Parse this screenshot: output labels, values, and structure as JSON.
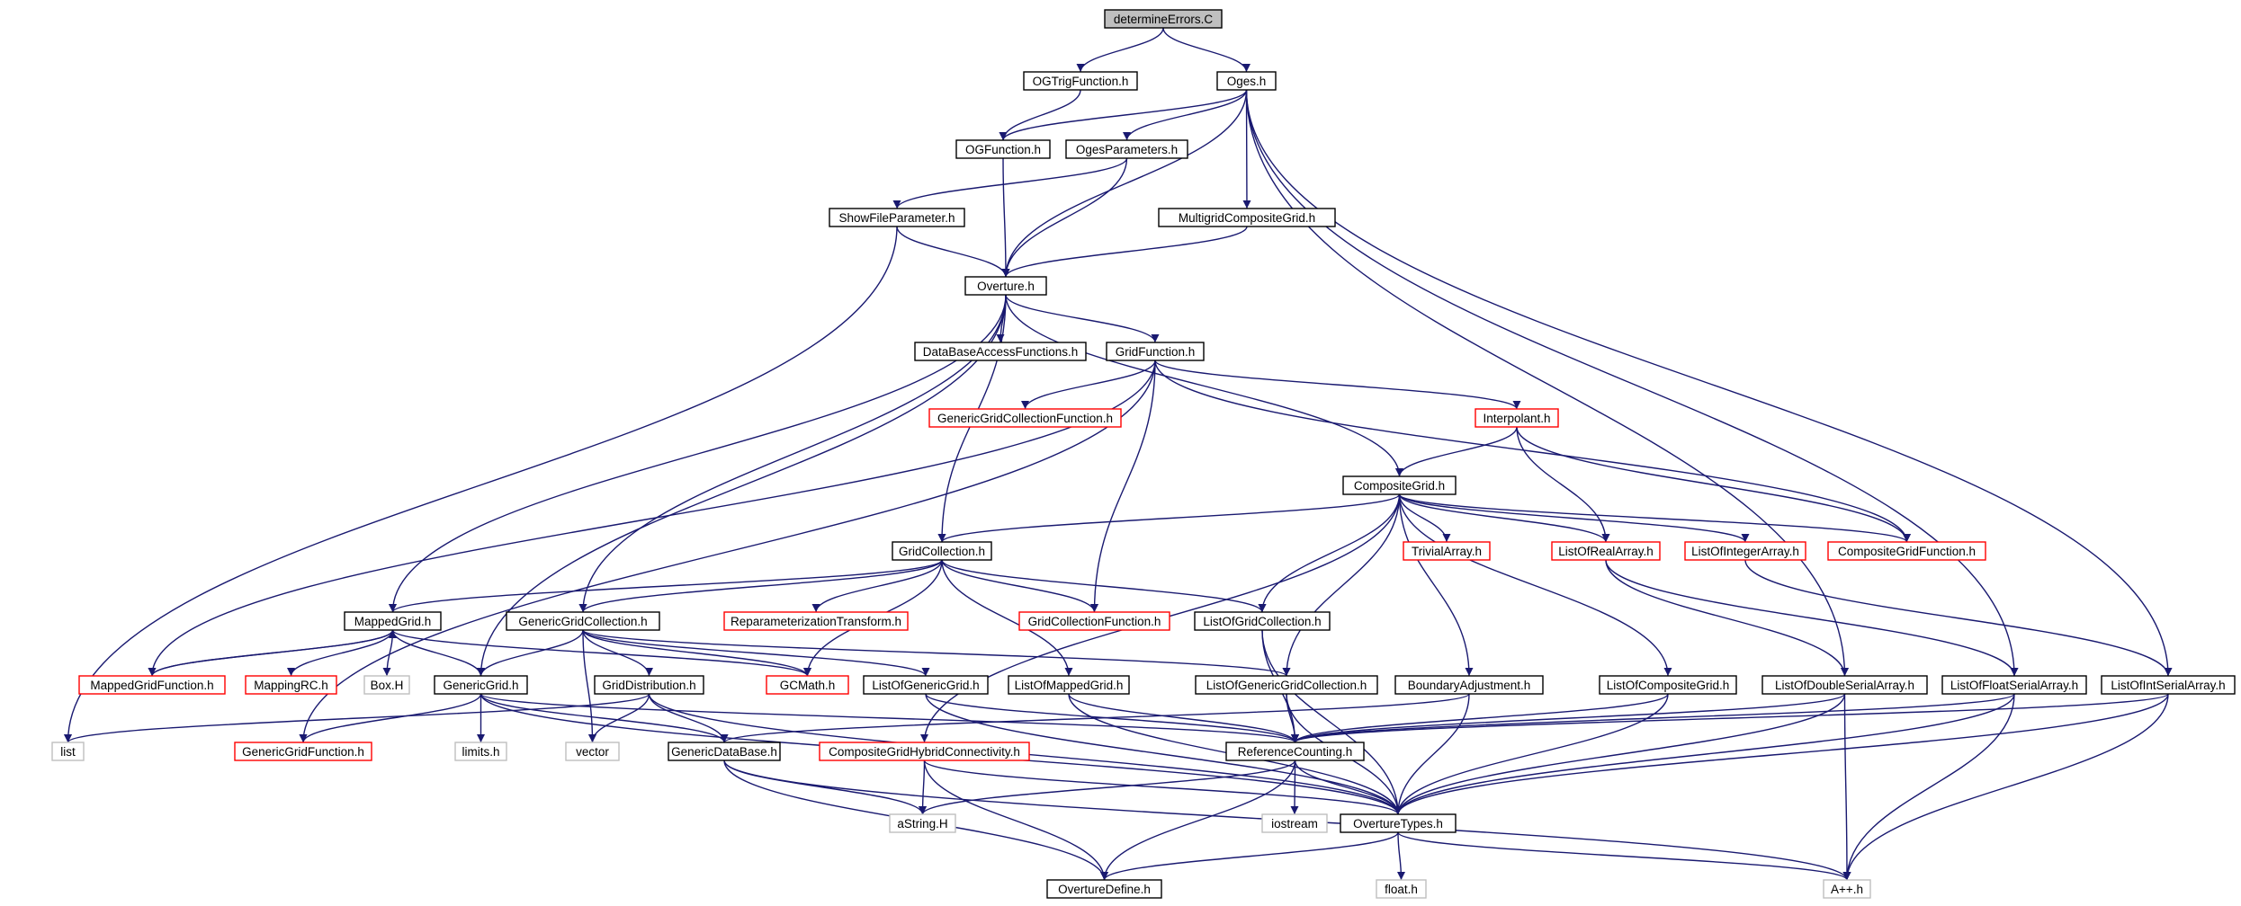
{
  "title": "",
  "colors": {
    "edge": "#191970",
    "box_normal": "#000000",
    "box_truncated": "#ff0000",
    "box_external": "#bfbfbf",
    "root_fill": "#bfbfbf"
  },
  "nodes": [
    {
      "id": "determineErrors",
      "label": "determineErrors.C",
      "style": "root"
    },
    {
      "id": "OGTrigFunction",
      "label": "OGTrigFunction.h",
      "style": "normal"
    },
    {
      "id": "Oges",
      "label": "Oges.h",
      "style": "normal"
    },
    {
      "id": "OGFunction",
      "label": "OGFunction.h",
      "style": "normal"
    },
    {
      "id": "OgesParameters",
      "label": "OgesParameters.h",
      "style": "normal"
    },
    {
      "id": "ShowFileParameter",
      "label": "ShowFileParameter.h",
      "style": "normal"
    },
    {
      "id": "MultigridCompositeGrid",
      "label": "MultigridCompositeGrid.h",
      "style": "normal"
    },
    {
      "id": "Overture",
      "label": "Overture.h",
      "style": "normal"
    },
    {
      "id": "DataBaseAccessFunctions",
      "label": "DataBaseAccessFunctions.h",
      "style": "normal"
    },
    {
      "id": "GridFunction",
      "label": "GridFunction.h",
      "style": "normal"
    },
    {
      "id": "GenericGridCollectionFunction",
      "label": "GenericGridCollectionFunction.h",
      "style": "truncated"
    },
    {
      "id": "Interpolant",
      "label": "Interpolant.h",
      "style": "truncated"
    },
    {
      "id": "CompositeGrid",
      "label": "CompositeGrid.h",
      "style": "normal"
    },
    {
      "id": "GridCollection",
      "label": "GridCollection.h",
      "style": "normal"
    },
    {
      "id": "TrivialArray",
      "label": "TrivialArray.h",
      "style": "truncated"
    },
    {
      "id": "ListOfRealArray",
      "label": "ListOfRealArray.h",
      "style": "truncated"
    },
    {
      "id": "ListOfIntegerArray",
      "label": "ListOfIntegerArray.h",
      "style": "truncated"
    },
    {
      "id": "CompositeGridFunction",
      "label": "CompositeGridFunction.h",
      "style": "truncated"
    },
    {
      "id": "MappedGrid",
      "label": "MappedGrid.h",
      "style": "normal"
    },
    {
      "id": "GenericGridCollection",
      "label": "GenericGridCollection.h",
      "style": "normal"
    },
    {
      "id": "ReparameterizationTransform",
      "label": "ReparameterizationTransform.h",
      "style": "truncated"
    },
    {
      "id": "GridCollectionFunction",
      "label": "GridCollectionFunction.h",
      "style": "truncated"
    },
    {
      "id": "ListOfGridCollection",
      "label": "ListOfGridCollection.h",
      "style": "normal"
    },
    {
      "id": "MappedGridFunction",
      "label": "MappedGridFunction.h",
      "style": "truncated"
    },
    {
      "id": "MappingRC",
      "label": "MappingRC.h",
      "style": "truncated"
    },
    {
      "id": "BoxH",
      "label": "Box.H",
      "style": "external"
    },
    {
      "id": "GenericGrid",
      "label": "GenericGrid.h",
      "style": "normal"
    },
    {
      "id": "GridDistribution",
      "label": "GridDistribution.h",
      "style": "normal"
    },
    {
      "id": "GCMath",
      "label": "GCMath.h",
      "style": "truncated"
    },
    {
      "id": "ListOfGenericGrid",
      "label": "ListOfGenericGrid.h",
      "style": "normal"
    },
    {
      "id": "ListOfMappedGrid",
      "label": "ListOfMappedGrid.h",
      "style": "normal"
    },
    {
      "id": "ListOfGenericGridCollection",
      "label": "ListOfGenericGridCollection.h",
      "style": "normal"
    },
    {
      "id": "BoundaryAdjustment",
      "label": "BoundaryAdjustment.h",
      "style": "normal"
    },
    {
      "id": "ListOfCompositeGrid",
      "label": "ListOfCompositeGrid.h",
      "style": "normal"
    },
    {
      "id": "ListOfDoubleSerialArray",
      "label": "ListOfDoubleSerialArray.h",
      "style": "normal"
    },
    {
      "id": "ListOfFloatSerialArray",
      "label": "ListOfFloatSerialArray.h",
      "style": "normal"
    },
    {
      "id": "ListOfIntSerialArray",
      "label": "ListOfIntSerialArray.h",
      "style": "normal"
    },
    {
      "id": "list",
      "label": "list",
      "style": "external"
    },
    {
      "id": "GenericGridFunction",
      "label": "GenericGridFunction.h",
      "style": "truncated"
    },
    {
      "id": "limits",
      "label": "limits.h",
      "style": "external"
    },
    {
      "id": "vector",
      "label": "vector",
      "style": "external"
    },
    {
      "id": "GenericDataBase",
      "label": "GenericDataBase.h",
      "style": "normal"
    },
    {
      "id": "CompositeGridHybridConnectivity",
      "label": "CompositeGridHybridConnectivity.h",
      "style": "truncated"
    },
    {
      "id": "ReferenceCounting",
      "label": "ReferenceCounting.h",
      "style": "normal"
    },
    {
      "id": "aString",
      "label": "aString.H",
      "style": "external"
    },
    {
      "id": "iostream",
      "label": "iostream",
      "style": "external"
    },
    {
      "id": "OvertureTypes",
      "label": "OvertureTypes.h",
      "style": "normal"
    },
    {
      "id": "OvertureDefine",
      "label": "OvertureDefine.h",
      "style": "normal"
    },
    {
      "id": "float",
      "label": "float.h",
      "style": "external"
    },
    {
      "id": "App",
      "label": "A++.h",
      "style": "external"
    }
  ],
  "edges": [
    [
      "determineErrors",
      "OGTrigFunction"
    ],
    [
      "determineErrors",
      "Oges"
    ],
    [
      "OGTrigFunction",
      "OGFunction"
    ],
    [
      "Oges",
      "OGFunction"
    ],
    [
      "Oges",
      "OgesParameters"
    ],
    [
      "Oges",
      "MultigridCompositeGrid"
    ],
    [
      "Oges",
      "Overture"
    ],
    [
      "Oges",
      "ListOfDoubleSerialArray"
    ],
    [
      "Oges",
      "ListOfFloatSerialArray"
    ],
    [
      "Oges",
      "ListOfIntSerialArray"
    ],
    [
      "OGFunction",
      "Overture"
    ],
    [
      "OgesParameters",
      "ShowFileParameter"
    ],
    [
      "OgesParameters",
      "Overture"
    ],
    [
      "ShowFileParameter",
      "Overture"
    ],
    [
      "ShowFileParameter",
      "list"
    ],
    [
      "MultigridCompositeGrid",
      "Overture"
    ],
    [
      "Overture",
      "DataBaseAccessFunctions"
    ],
    [
      "Overture",
      "GridFunction"
    ],
    [
      "Overture",
      "CompositeGrid"
    ],
    [
      "Overture",
      "GridCollection"
    ],
    [
      "Overture",
      "GenericGridCollection"
    ],
    [
      "Overture",
      "MappedGrid"
    ],
    [
      "Overture",
      "GenericGrid"
    ],
    [
      "GridFunction",
      "GenericGridCollectionFunction"
    ],
    [
      "GridFunction",
      "Interpolant"
    ],
    [
      "GridFunction",
      "CompositeGridFunction"
    ],
    [
      "GridFunction",
      "GridCollectionFunction"
    ],
    [
      "GridFunction",
      "MappedGridFunction"
    ],
    [
      "GridFunction",
      "GenericGridFunction"
    ],
    [
      "Interpolant",
      "CompositeGrid"
    ],
    [
      "Interpolant",
      "ListOfRealArray"
    ],
    [
      "Interpolant",
      "CompositeGridFunction"
    ],
    [
      "CompositeGrid",
      "GridCollection"
    ],
    [
      "CompositeGrid",
      "TrivialArray"
    ],
    [
      "CompositeGrid",
      "ListOfRealArray"
    ],
    [
      "CompositeGrid",
      "ListOfIntegerArray"
    ],
    [
      "CompositeGrid",
      "CompositeGridFunction"
    ],
    [
      "CompositeGrid",
      "ListOfGridCollection"
    ],
    [
      "CompositeGrid",
      "ListOfGenericGridCollection"
    ],
    [
      "CompositeGrid",
      "BoundaryAdjustment"
    ],
    [
      "CompositeGrid",
      "ListOfCompositeGrid"
    ],
    [
      "CompositeGrid",
      "CompositeGridHybridConnectivity"
    ],
    [
      "GridCollection",
      "MappedGrid"
    ],
    [
      "GridCollection",
      "GenericGridCollection"
    ],
    [
      "GridCollection",
      "ReparameterizationTransform"
    ],
    [
      "GridCollection",
      "GridCollectionFunction"
    ],
    [
      "GridCollection",
      "ListOfGridCollection"
    ],
    [
      "GridCollection",
      "ListOfMappedGrid"
    ],
    [
      "GridCollection",
      "GCMath"
    ],
    [
      "ListOfRealArray",
      "ListOfDoubleSerialArray"
    ],
    [
      "ListOfRealArray",
      "ListOfFloatSerialArray"
    ],
    [
      "ListOfIntegerArray",
      "ListOfIntSerialArray"
    ],
    [
      "MappedGrid",
      "MappedGridFunction"
    ],
    [
      "MappedGrid",
      "MappingRC"
    ],
    [
      "MappedGrid",
      "BoxH"
    ],
    [
      "MappedGrid",
      "GenericGrid"
    ],
    [
      "MappedGrid",
      "GCMath"
    ],
    [
      "MappedGridFunction",
      "MappedGrid"
    ],
    [
      "GenericGridCollection",
      "GenericGrid"
    ],
    [
      "GenericGridCollection",
      "GridDistribution"
    ],
    [
      "GenericGridCollection",
      "GCMath"
    ],
    [
      "GenericGridCollection",
      "ListOfGenericGrid"
    ],
    [
      "GenericGridCollection",
      "ListOfGenericGridCollection"
    ],
    [
      "GenericGridCollection",
      "vector"
    ],
    [
      "ListOfGridCollection",
      "ReferenceCounting"
    ],
    [
      "ListOfGridCollection",
      "OvertureTypes"
    ],
    [
      "GenericGrid",
      "GenericGridFunction"
    ],
    [
      "GenericGrid",
      "limits"
    ],
    [
      "GenericGrid",
      "GenericDataBase"
    ],
    [
      "GenericGrid",
      "ReferenceCounting"
    ],
    [
      "GenericGrid",
      "OvertureTypes"
    ],
    [
      "GridDistribution",
      "list"
    ],
    [
      "GridDistribution",
      "vector"
    ],
    [
      "GridDistribution",
      "GenericDataBase"
    ],
    [
      "GridDistribution",
      "OvertureTypes"
    ],
    [
      "ListOfGenericGrid",
      "ReferenceCounting"
    ],
    [
      "ListOfGenericGrid",
      "OvertureTypes"
    ],
    [
      "ListOfMappedGrid",
      "ReferenceCounting"
    ],
    [
      "ListOfMappedGrid",
      "OvertureTypes"
    ],
    [
      "ListOfGenericGridCollection",
      "ReferenceCounting"
    ],
    [
      "ListOfGenericGridCollection",
      "OvertureTypes"
    ],
    [
      "BoundaryAdjustment",
      "GenericDataBase"
    ],
    [
      "BoundaryAdjustment",
      "OvertureTypes"
    ],
    [
      "ListOfCompositeGrid",
      "ReferenceCounting"
    ],
    [
      "ListOfCompositeGrid",
      "OvertureTypes"
    ],
    [
      "ListOfDoubleSerialArray",
      "ReferenceCounting"
    ],
    [
      "ListOfDoubleSerialArray",
      "OvertureTypes"
    ],
    [
      "ListOfDoubleSerialArray",
      "App"
    ],
    [
      "ListOfFloatSerialArray",
      "ReferenceCounting"
    ],
    [
      "ListOfFloatSerialArray",
      "OvertureTypes"
    ],
    [
      "ListOfFloatSerialArray",
      "App"
    ],
    [
      "ListOfIntSerialArray",
      "ReferenceCounting"
    ],
    [
      "ListOfIntSerialArray",
      "OvertureTypes"
    ],
    [
      "ListOfIntSerialArray",
      "App"
    ],
    [
      "GenericDataBase",
      "aString"
    ],
    [
      "GenericDataBase",
      "OvertureDefine"
    ],
    [
      "GenericDataBase",
      "App"
    ],
    [
      "CompositeGridHybridConnectivity",
      "aString"
    ],
    [
      "CompositeGridHybridConnectivity",
      "OvertureTypes"
    ],
    [
      "CompositeGridHybridConnectivity",
      "OvertureDefine"
    ],
    [
      "ReferenceCounting",
      "iostream"
    ],
    [
      "ReferenceCounting",
      "OvertureTypes"
    ],
    [
      "ReferenceCounting",
      "aString"
    ],
    [
      "ReferenceCounting",
      "OvertureDefine"
    ],
    [
      "OvertureTypes",
      "OvertureDefine"
    ],
    [
      "OvertureTypes",
      "float"
    ],
    [
      "OvertureTypes",
      "App"
    ]
  ]
}
